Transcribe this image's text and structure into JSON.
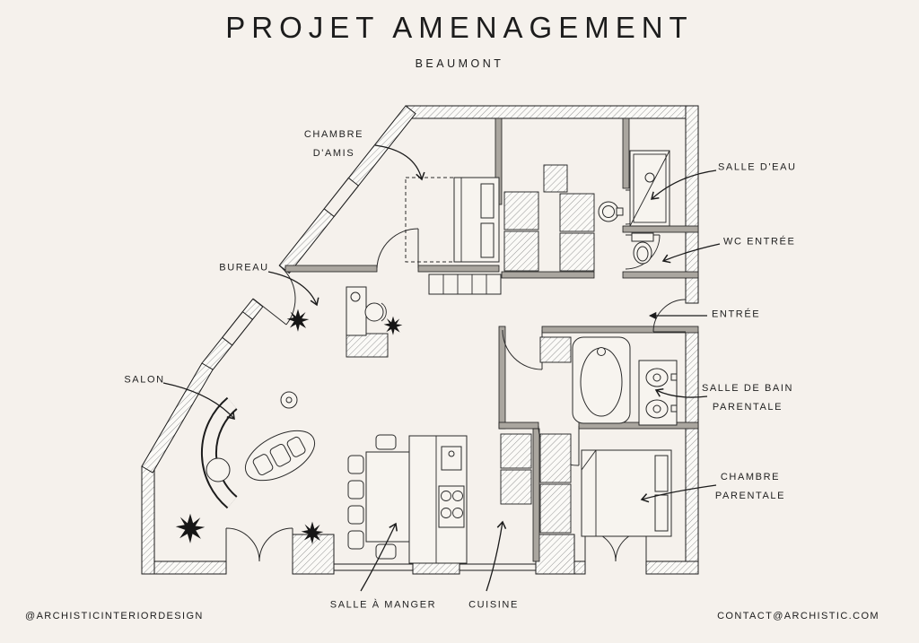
{
  "header": {
    "title": "PROJET AMENAGEMENT",
    "subtitle": "BEAUMONT"
  },
  "labels": {
    "chambre_amis": "CHAMBRE\nD'AMIS",
    "salle_eau": "SALLE D'EAU",
    "wc_entree": "WC ENTRÉE",
    "entree": "ENTRÉE",
    "bureau": "BUREAU",
    "salon": "SALON",
    "salle_de_bain": "SALLE DE BAIN\nPARENTALE",
    "chambre_parentale": "CHAMBRE\nPARENTALE",
    "salle_a_manger": "SALLE À MANGER",
    "cuisine": "CUISINE"
  },
  "footer": {
    "left": "@ARCHISTICINTERIORDESIGN",
    "right": "CONTACT@ARCHISTIC.COM"
  },
  "colors": {
    "background": "#f5f1ec",
    "ink": "#1c1c1c"
  }
}
